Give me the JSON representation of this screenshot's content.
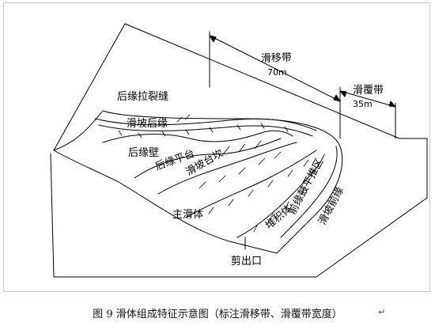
{
  "figure": {
    "caption": "图 9 滑体组成特征示意图（标注滑移带、滑覆带宽度）",
    "paragraph_mark": "↵"
  },
  "labels": {
    "slip_zone": "滑移带",
    "slip_zone_width": "70m",
    "overlay_zone": "滑覆带",
    "overlay_zone_width": "35m",
    "rear_tension_crack": "后缘拉裂缝",
    "landslide_rear_edge": "滑坡后缘",
    "rear_wall": "后缘壁",
    "rear_platform": "后缘平台",
    "landslide_terrace": "滑坡台坎",
    "main_sliding_body": "主滑体",
    "accumulation_body": "堆积体",
    "front_bulge_zone": "前缘鼓平推区",
    "landslide_front_edge": "滑坡前缘",
    "shear_outlet": "剪出口"
  },
  "colors": {
    "line": "#000000",
    "frame": "#c8c8c8"
  }
}
